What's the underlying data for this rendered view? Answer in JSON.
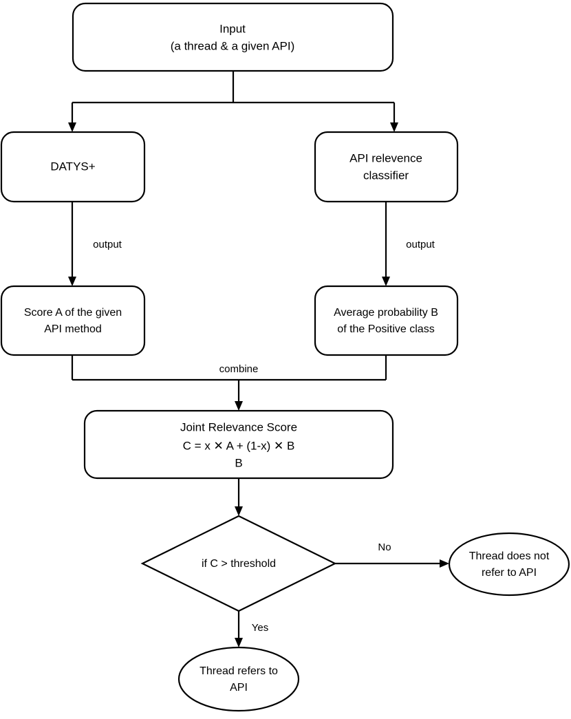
{
  "diagram": {
    "title": "Joint Relevance Scoring Flowchart",
    "background_color": "#ffffff",
    "stroke_color": "#000000",
    "nodes": {
      "input": {
        "shape": "rounded-rectangle",
        "line1": "Input",
        "line2": "(a thread & a given API)"
      },
      "datys": {
        "shape": "rounded-rectangle",
        "line1": "DATYS+"
      },
      "classifier": {
        "shape": "rounded-rectangle",
        "line1": "API relevence",
        "line2": "classifier"
      },
      "score_a": {
        "shape": "rounded-rectangle",
        "line1": "Score A of the given",
        "line2": "API method"
      },
      "prob_b": {
        "shape": "rounded-rectangle",
        "line1": "Average probability B",
        "line2": "of the Positive class"
      },
      "joint": {
        "shape": "rounded-rectangle",
        "line1": "Joint Relevance Score",
        "line2": "C =  x ✕ A + (1-x) ✕ B",
        "line3": "B"
      },
      "decision": {
        "shape": "diamond",
        "line1": "if C > threshold"
      },
      "no_result": {
        "shape": "ellipse",
        "line1": "Thread does not",
        "line2": "refer to API"
      },
      "yes_result": {
        "shape": "ellipse",
        "line1": "Thread refers to",
        "line2": "API"
      }
    },
    "edge_labels": {
      "output_left": "output",
      "output_right": "output",
      "combine": "combine",
      "no": "No",
      "yes": "Yes"
    }
  }
}
